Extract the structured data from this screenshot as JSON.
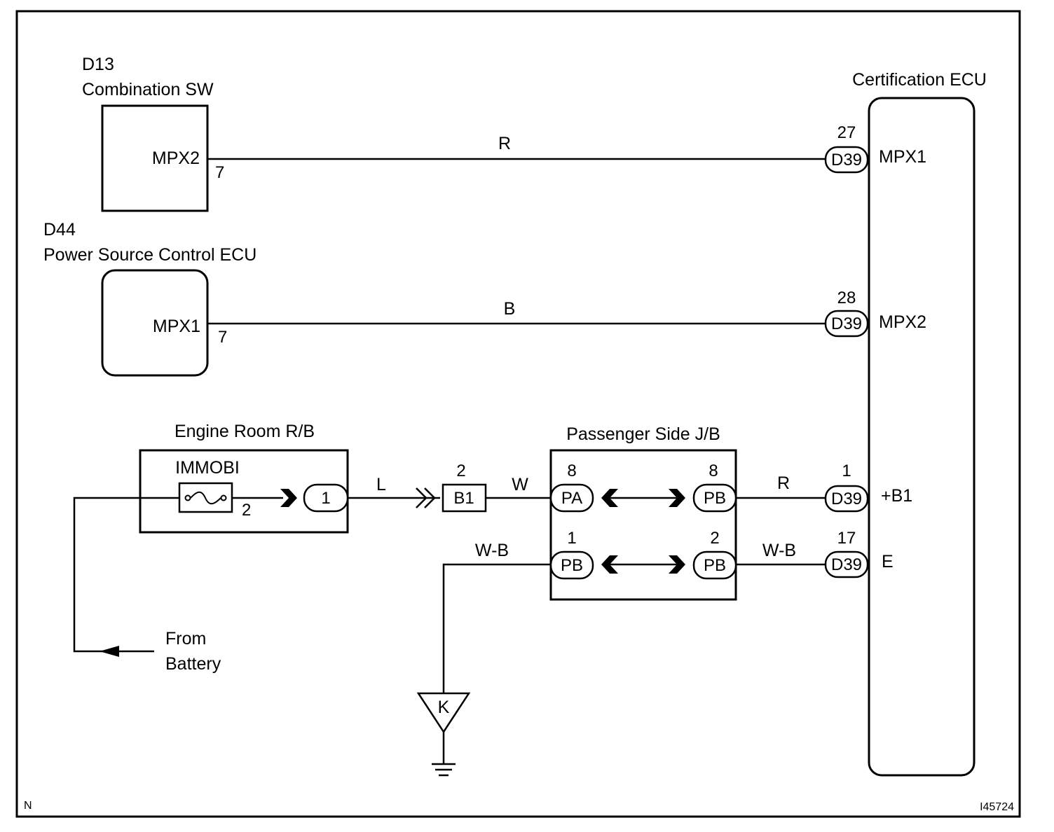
{
  "diagram": {
    "components": {
      "d13": {
        "code": "D13",
        "name": "Combination SW",
        "terminal": "MPX2",
        "pin": "7"
      },
      "d44": {
        "code": "D44",
        "name": "Power Source Control ECU",
        "terminal": "MPX1",
        "pin": "7"
      },
      "cert_ecu": {
        "name": "Certification ECU",
        "terminals": [
          {
            "name": "MPX1",
            "pin": "27",
            "connector": "D39"
          },
          {
            "name": "MPX2",
            "pin": "28",
            "connector": "D39"
          },
          {
            "name": "+B1",
            "pin": "1",
            "connector": "D39"
          },
          {
            "name": "E",
            "pin": "17",
            "connector": "D39"
          }
        ]
      },
      "engine_rb": {
        "name": "Engine Room R/B",
        "fuse": "IMMOBI",
        "fuse_pin": "2",
        "connector": "1"
      },
      "b1": {
        "label": "B1",
        "pin": "2"
      },
      "passenger_jb": {
        "name": "Passenger Side J/B",
        "conn_in_1": {
          "label": "PA",
          "pin": "8"
        },
        "conn_out_1": {
          "label": "PB",
          "pin": "8"
        },
        "conn_in_2": {
          "label": "PB",
          "pin": "1"
        },
        "conn_out_2": {
          "label": "PB",
          "pin": "2"
        }
      },
      "ground": {
        "label": "K"
      }
    },
    "wires": {
      "w1": "R",
      "w2": "B",
      "w3": "L",
      "w4": "W",
      "w5": "R",
      "w6": "W-B",
      "w7": "W-B"
    },
    "battery": {
      "line1": "From",
      "line2": "Battery"
    },
    "corner_left": "N",
    "figure_id": "I45724"
  }
}
